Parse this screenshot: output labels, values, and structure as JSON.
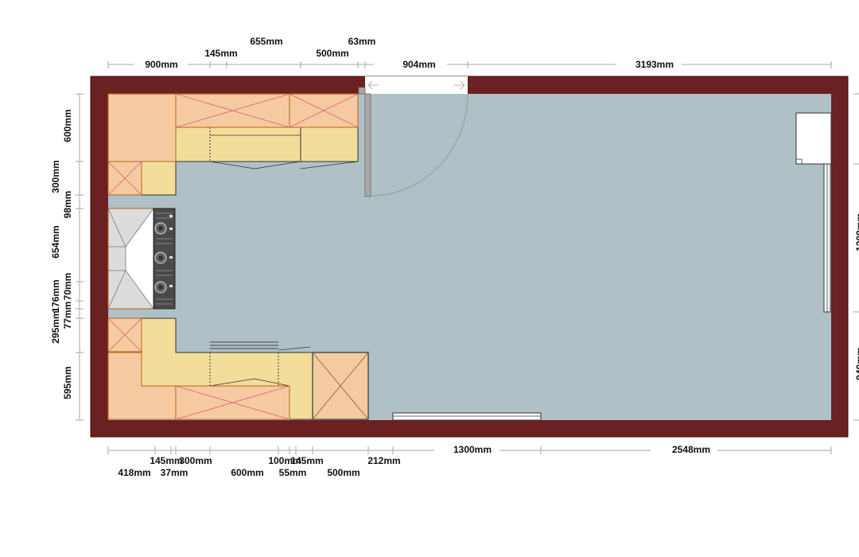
{
  "colors": {
    "wall": "#6b2022",
    "floor": "#afc0c6",
    "base_cabinet": "#f6caa0",
    "worktop": "#f2de9a",
    "cabinet_outline": "#b5651d",
    "cross_mark": "#e05a7a",
    "dimension_line": "#b8b8b8",
    "hood": "#dcdcdc",
    "hob": "#555555"
  },
  "dimensions": {
    "top_upper": {
      "d655": "655mm",
      "d63": "63mm",
      "d145": "145mm",
      "d500": "500mm"
    },
    "top_main": {
      "d900": "900mm",
      "d904": "904mm",
      "d3193": "3193mm"
    },
    "left": {
      "d600": "600mm",
      "d300": "300mm",
      "d98": "98mm",
      "d654": "654mm",
      "d70": "70mm",
      "d176": "176mm",
      "d77": "77mm",
      "d295": "295mm",
      "d595": "595mm"
    },
    "bottom_main": {
      "d145": "145mm",
      "d300": "300mm",
      "d100": "100mm",
      "d145b": "145mm",
      "d212": "212mm",
      "d1300": "1300mm",
      "d2548": "2548mm"
    },
    "bottom_lower": {
      "d418": "418mm",
      "d37": "37mm",
      "d600": "600mm",
      "d55": "55mm",
      "d500": "500mm"
    },
    "right": {
      "d1200": "1200mm",
      "d940": "940mm"
    }
  },
  "icons": {
    "door": "door-swing-icon",
    "hob": "hob-icon",
    "hood": "extractor-hood-icon",
    "window": "window-icon",
    "radiator": "radiator-icon"
  }
}
